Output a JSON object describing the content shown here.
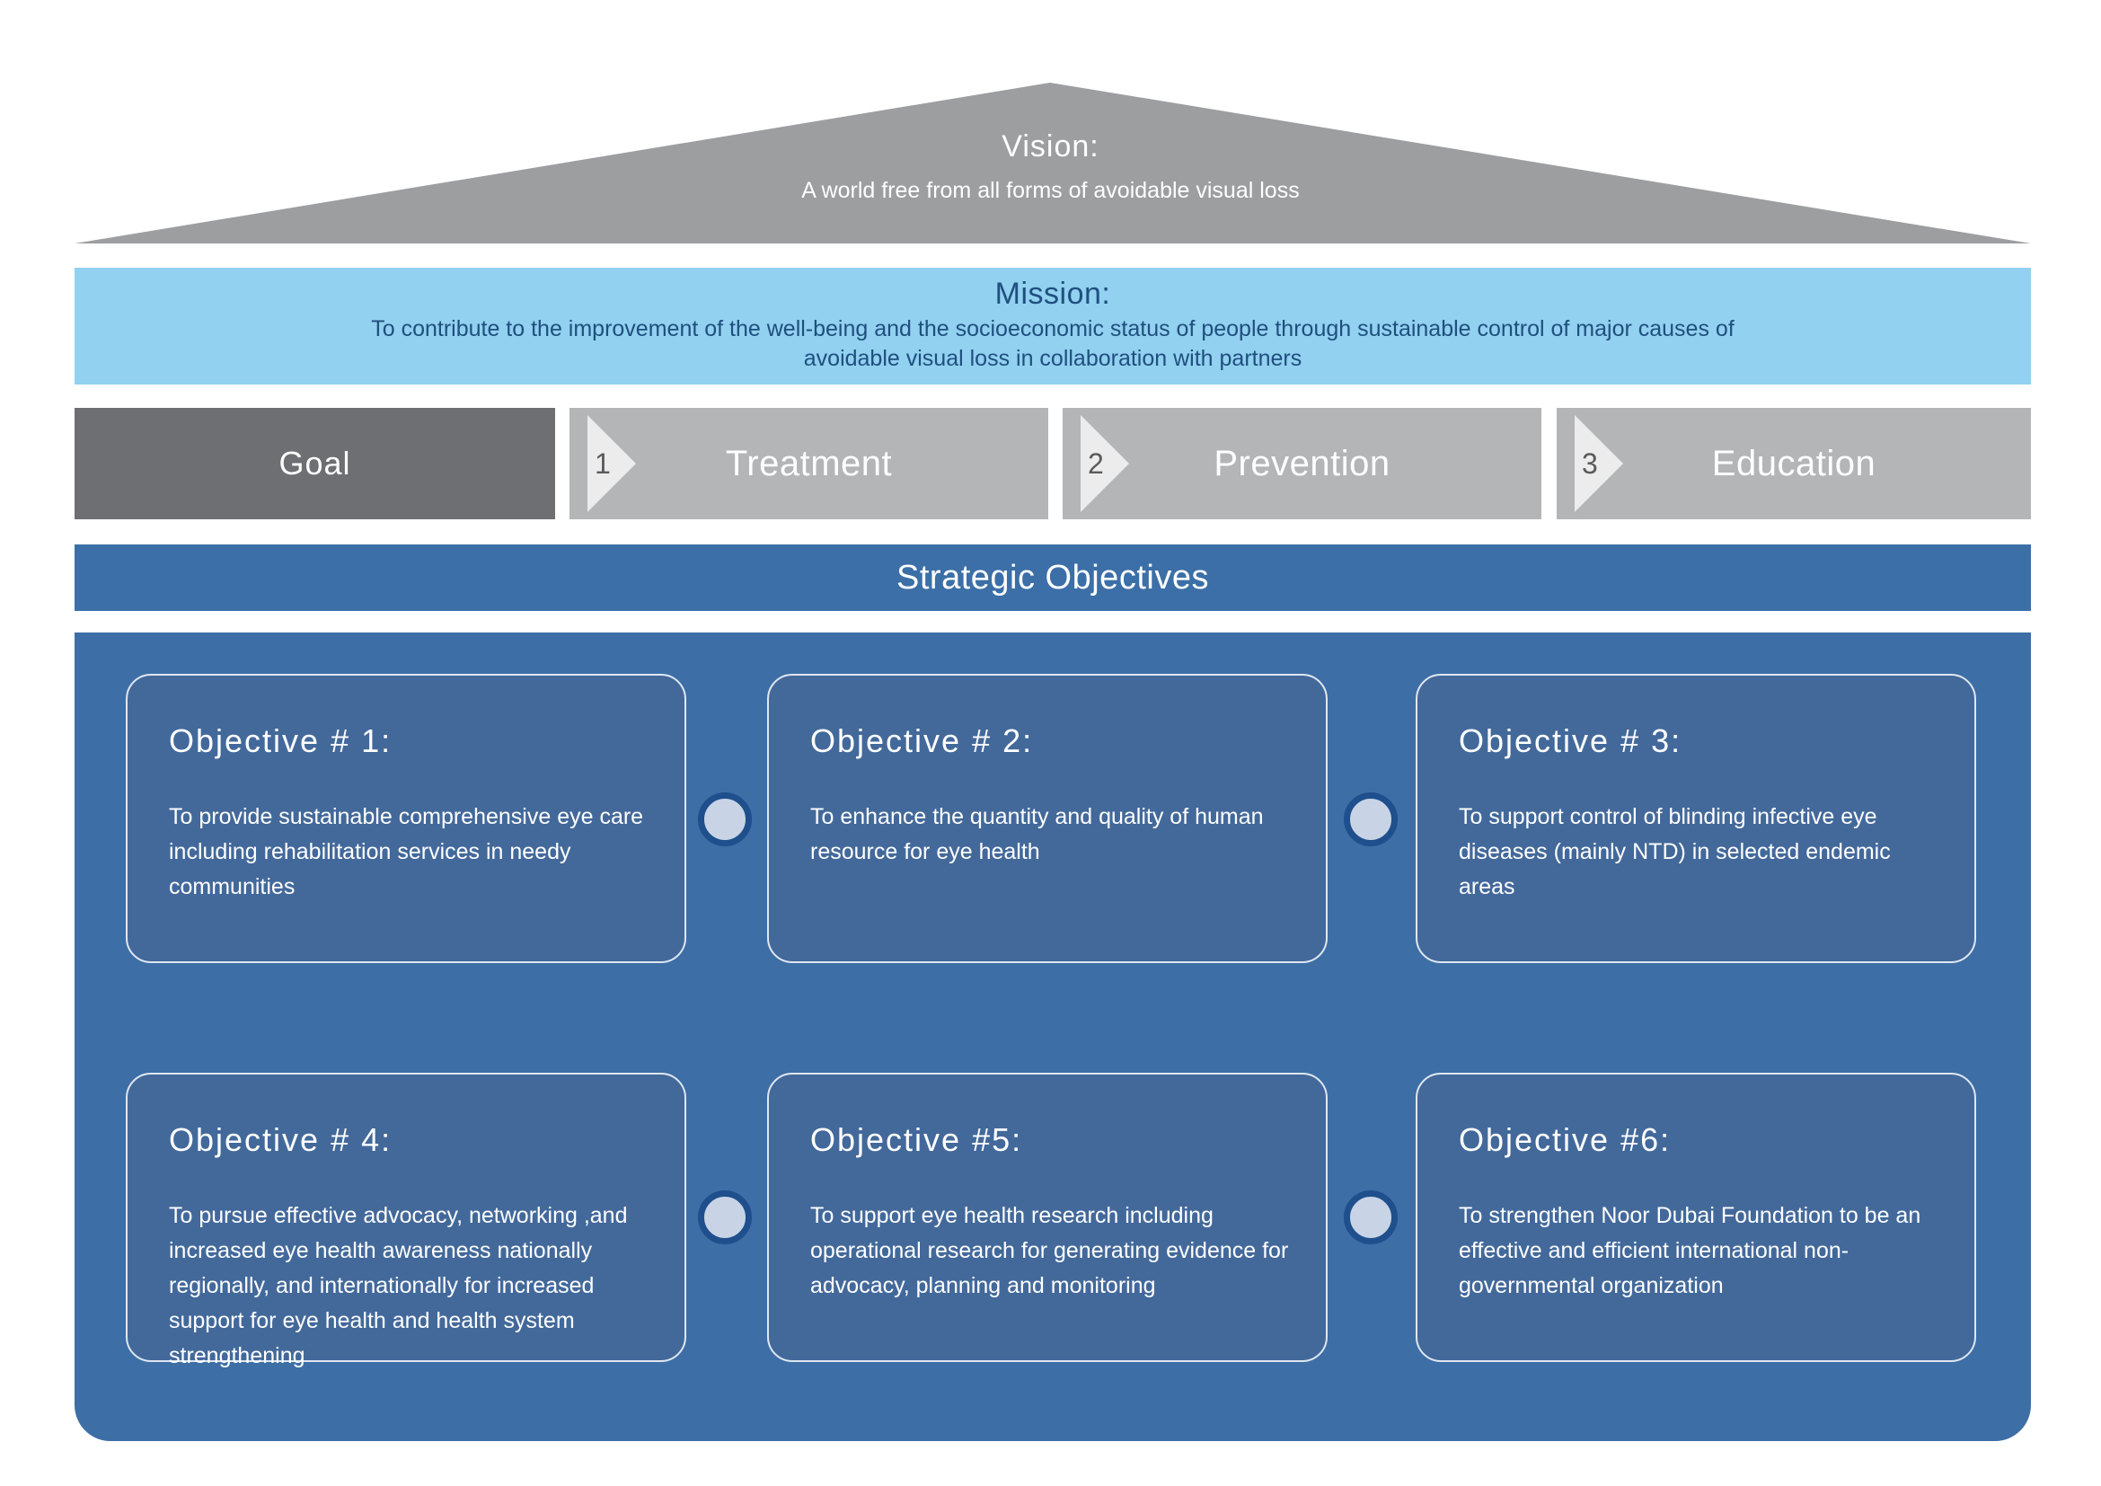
{
  "vision": {
    "title": "Vision:",
    "text": "A world free from all forms of avoidable visual loss"
  },
  "mission": {
    "title": "Mission:",
    "text": "To contribute to the improvement of the well-being and the socioeconomic status of people through sustainable control of major causes of avoidable visual loss in collaboration with partners"
  },
  "goal": {
    "label": "Goal",
    "items": [
      {
        "number": "1",
        "name": "Treatment"
      },
      {
        "number": "2",
        "name": "Prevention"
      },
      {
        "number": "3",
        "name": "Education"
      }
    ]
  },
  "strategic_objectives": {
    "title": "Strategic Objectives",
    "objectives": [
      {
        "title": "Objective # 1:",
        "text": "To provide sustainable comprehensive eye care including rehabilitation services in needy communities"
      },
      {
        "title": "Objective # 2:",
        "text": "To enhance the quantity and quality of human resource for eye health"
      },
      {
        "title": "Objective # 3:",
        "text": "To support control of blinding infective eye diseases  (mainly NTD) in selected endemic areas"
      },
      {
        "title": "Objective # 4:",
        "text": "To pursue effective advocacy, networking ,and increased eye health awareness nationally regionally, and internationally for increased support for eye health and health system strengthening"
      },
      {
        "title": "Objective #5:",
        "text": "To support eye health research  including operational research for generating evidence for advocacy, planning and monitoring"
      },
      {
        "title": "Objective #6:",
        "text": "To strengthen Noor Dubai Foundation to be an effective and efficient international non- governmental organization"
      }
    ]
  },
  "colors": {
    "roof": "#9d9ea0",
    "mission_band": "#92d1ef",
    "goal_label": "#6e6f73",
    "goal_item": "#b4b5b7",
    "objectives_header": "#3c6fa7",
    "objectives_panel": "#3d6ea6",
    "card": "#43699b",
    "connector_ring": "#1f4f8c"
  }
}
